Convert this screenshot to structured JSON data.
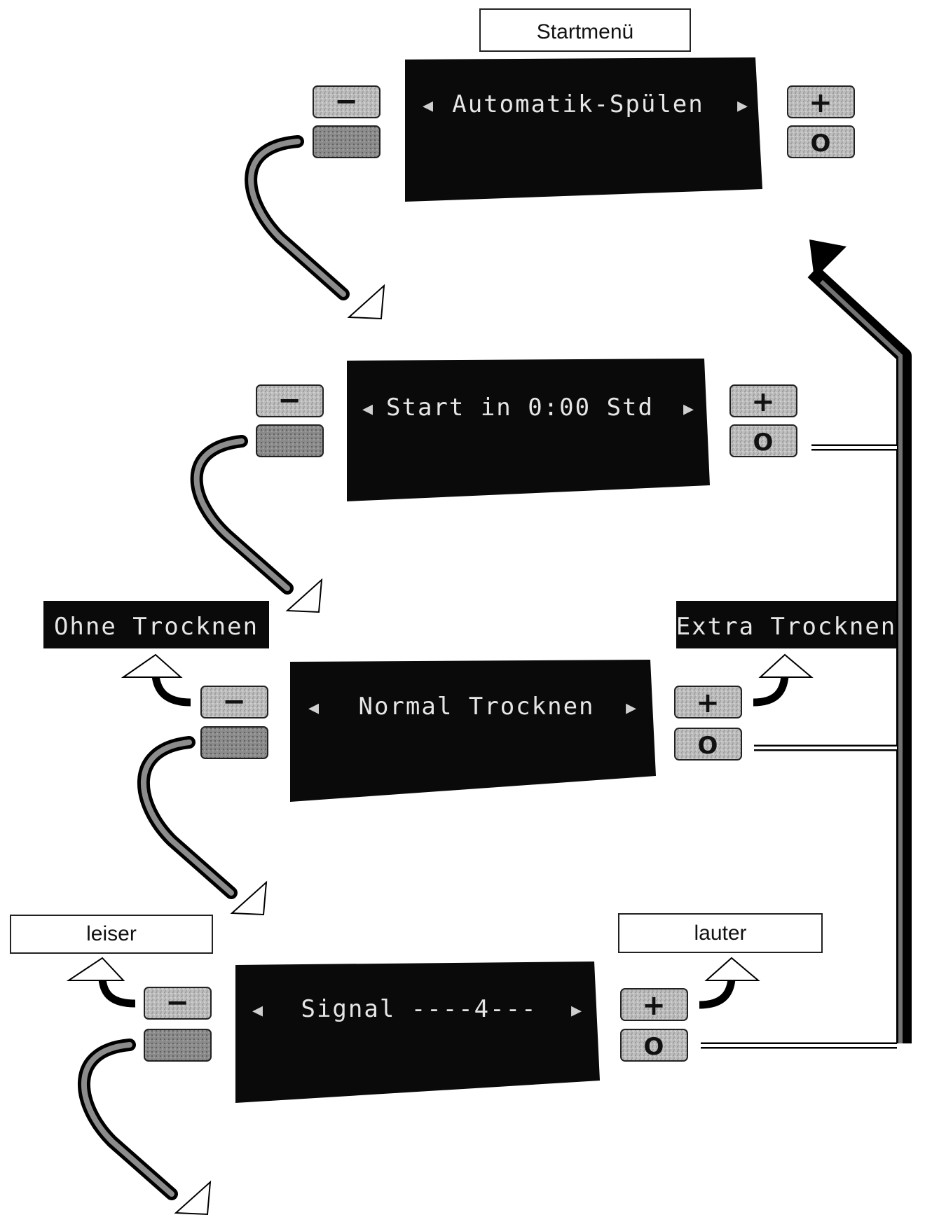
{
  "start_menu_label": "Startmenü",
  "screens": [
    {
      "id": "automatik",
      "display": "Automatik-Spülen",
      "minus_label": "",
      "plus_label": ""
    },
    {
      "id": "start-delay",
      "display": "Start in 0:00 Std",
      "minus_label": "",
      "plus_label": ""
    },
    {
      "id": "trocknen",
      "display": "Normal Trocknen",
      "minus_label": "Ohne Trocknen",
      "plus_label": "Extra Trocknen"
    },
    {
      "id": "signal",
      "display": "Signal ----4---",
      "minus_label": "leiser",
      "plus_label": "lauter"
    }
  ],
  "buttons": {
    "minus_symbol": "−",
    "plus_symbol": "+",
    "ok_symbol": "O"
  },
  "nav_arrows": {
    "left": "◂",
    "right": "▸"
  },
  "colors": {
    "display_bg": "#0a0a0a",
    "display_text": "#e6e6e6",
    "button_fill": "#bdbdbd",
    "button_dark_fill": "#8a8a8a",
    "line": "#000000"
  }
}
